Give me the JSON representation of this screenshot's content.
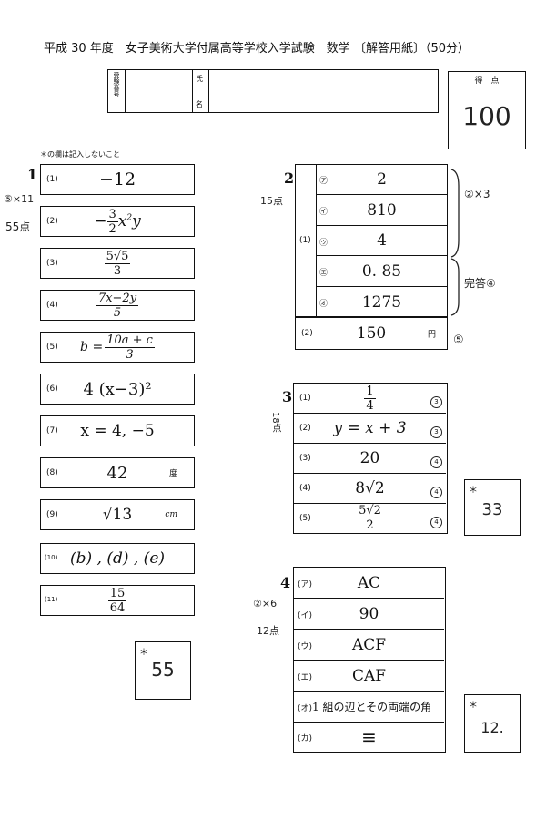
{
  "header": {
    "title": "平成 30 年度　女子美術大学付属高等学校入学試験　数学 〔解答用紙〕（50分）"
  },
  "id_box": {
    "exam_no_label": "受験番号",
    "name_label_1": "氏",
    "name_label_2": "名"
  },
  "score_box": {
    "label": "得　点",
    "value": "100"
  },
  "note": "＊の欄は記入しないこと",
  "q1": {
    "num": "1",
    "mark_note": "⑤×11",
    "points_note": "55点",
    "items": [
      {
        "no": "(1)",
        "answer": "−12"
      },
      {
        "no": "(2)",
        "answer": "−(3/2)x²y"
      },
      {
        "no": "(3)",
        "num": "5√5",
        "den": "3"
      },
      {
        "no": "(4)",
        "num": "7x−2y",
        "den": "5"
      },
      {
        "no": "(5)",
        "prefix": "b =",
        "num": "10a + c",
        "den": "3"
      },
      {
        "no": "(6)",
        "answer": "4 (x−3)²"
      },
      {
        "no": "(7)",
        "answer": "x = 4, −5"
      },
      {
        "no": "(8)",
        "answer": "42",
        "unit": "度"
      },
      {
        "no": "(9)",
        "answer": "√13",
        "unit": "cm"
      },
      {
        "no": "(10)",
        "answer": "(b) , (d) , (e)"
      },
      {
        "no": "(11)",
        "num": "15",
        "den": "64"
      }
    ],
    "subtotal_mark": "＊",
    "subtotal": "55"
  },
  "q2": {
    "num": "2",
    "points_note": "15点",
    "group_label": "(1)",
    "items": [
      {
        "no": "㋐",
        "answer": "2"
      },
      {
        "no": "㋑",
        "answer": "810"
      },
      {
        "no": "㋒",
        "answer": "4"
      },
      {
        "no": "㋓",
        "answer": "0. 85"
      },
      {
        "no": "㋔",
        "answer": "1275"
      }
    ],
    "bracket1_note": "②×3",
    "bracket2_note": "完答④",
    "item2": {
      "no": "(2)",
      "answer": "150",
      "unit": "円",
      "mark": "⑤"
    }
  },
  "q3": {
    "num": "3",
    "points_note": "18点",
    "items": [
      {
        "no": "(1)",
        "num": "1",
        "den": "4",
        "mark": "3"
      },
      {
        "no": "(2)",
        "answer": "y = x + 3",
        "mark": "3"
      },
      {
        "no": "(3)",
        "answer": "20",
        "mark": "4"
      },
      {
        "no": "(4)",
        "answer": "8√2",
        "mark": "4"
      },
      {
        "no": "(5)",
        "num": "5√2",
        "den": "2",
        "mark": "4"
      }
    ],
    "subtotal_mark": "＊",
    "subtotal": "33"
  },
  "q4": {
    "num": "4",
    "mark_note": "②×6",
    "points_note": "12点",
    "items": [
      {
        "no": "(ア)",
        "answer": "AC"
      },
      {
        "no": "(イ)",
        "answer": "90"
      },
      {
        "no": "(ウ)",
        "answer": "ACF"
      },
      {
        "no": "(エ)",
        "answer": "CAF"
      },
      {
        "no": "(オ)",
        "answer": "1 組の辺とその両端の角"
      },
      {
        "no": "(カ)",
        "answer": "≡"
      }
    ],
    "subtotal_mark": "＊",
    "subtotal": "12."
  }
}
